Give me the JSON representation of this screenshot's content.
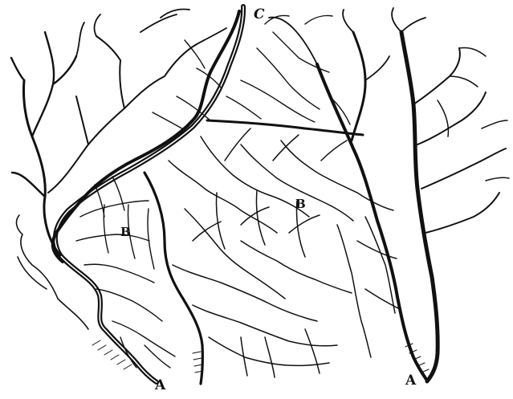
{
  "figure": {
    "labels": {
      "a_left": "A",
      "a_right": "A",
      "b_left": "B",
      "b_center": "B",
      "c_top": "C"
    },
    "ink_color": "#111111",
    "background_color": "#ffffff"
  }
}
